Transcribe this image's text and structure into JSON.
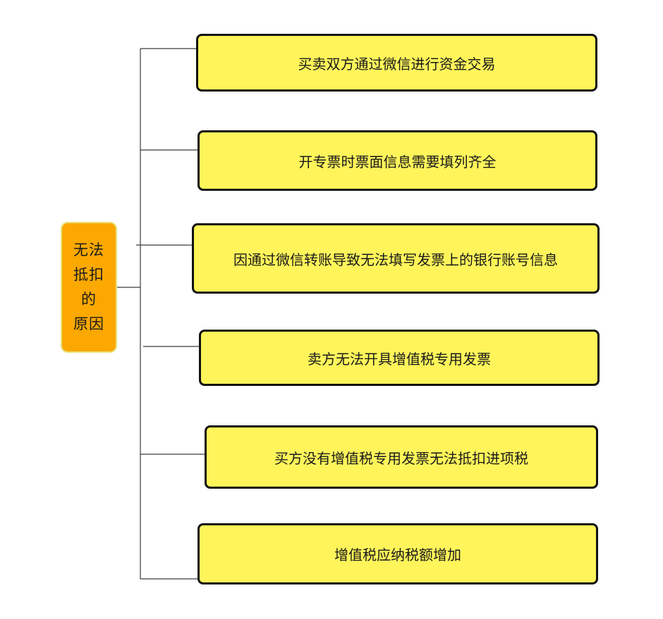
{
  "colors": {
    "root_fill": "#fba800",
    "branch_fill": "#fff55a",
    "branch_border": "#111111",
    "connector": "#3a3a3a"
  },
  "root": {
    "lines": [
      "无法",
      "抵扣",
      "的",
      "原因"
    ]
  },
  "branches": [
    {
      "label": "买卖双方通过微信进行资金交易"
    },
    {
      "label": "开专票时票面信息需要填列齐全"
    },
    {
      "label": "因通过微信转账导致无法填写发票上的银行账号信息"
    },
    {
      "label": "卖方无法开具增值税专用发票"
    },
    {
      "label": "买方没有增值税专用发票无法抵扣进项税"
    },
    {
      "label": "增值税应纳税额增加"
    }
  ]
}
